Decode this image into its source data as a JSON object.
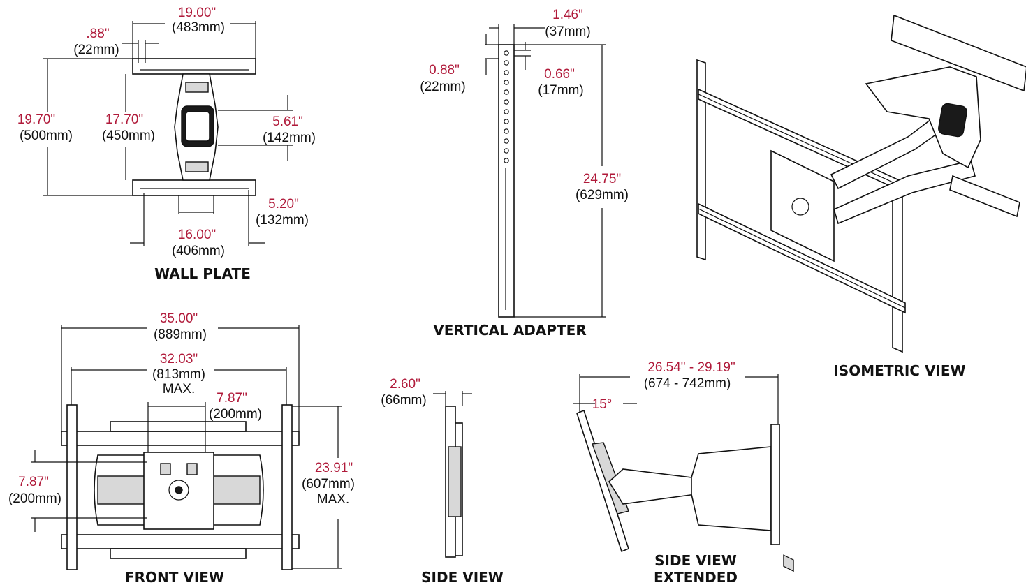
{
  "colors": {
    "dimension": "#b01a3a",
    "text": "#111111",
    "line": "#111111"
  },
  "views": {
    "wall_plate": {
      "title": "WALL PLATE",
      "width_in": "19.00\"",
      "width_mm": "(483mm)",
      "slot_in": ".88\"",
      "slot_mm": "(22mm)",
      "height_in": "19.70\"",
      "height_mm": "(500mm)",
      "inner_in": "17.70\"",
      "inner_mm": "(450mm)",
      "center_in": "5.61\"",
      "center_mm": "(142mm)",
      "bottom_in": "5.20\"",
      "bottom_mm": "(132mm)",
      "spacing_in": "16.00\"",
      "spacing_mm": "(406mm)"
    },
    "vertical_adapter": {
      "title": "VERTICAL ADAPTER",
      "width_in": "1.46\"",
      "width_mm": "(37mm)",
      "top_in": "0.88\"",
      "top_mm": "(22mm)",
      "hole_in": "0.66\"",
      "hole_mm": "(17mm)",
      "length_in": "24.75\"",
      "length_mm": "(629mm)"
    },
    "isometric": {
      "title": "ISOMETRIC VIEW"
    },
    "front": {
      "title": "FRONT VIEW",
      "overall_in": "35.00\"",
      "overall_mm": "(889mm)",
      "max_in": "32.03\"",
      "max_mm": "(813mm)",
      "max_label": "MAX.",
      "plate_in": "7.87\"",
      "plate_mm": "(200mm)",
      "left_in": "7.87\"",
      "left_mm": "(200mm)",
      "height_in": "23.91\"",
      "height_mm": "(607mm)",
      "height_label": "MAX."
    },
    "side": {
      "title": "SIDE VIEW",
      "depth_in": "2.60\"",
      "depth_mm": "(66mm)"
    },
    "side_extended": {
      "title_line1": "SIDE VIEW",
      "title_line2": "EXTENDED",
      "tilt": "15°",
      "extension_in": "26.54\" - 29.19\"",
      "extension_mm": "(674 - 742mm)"
    }
  }
}
